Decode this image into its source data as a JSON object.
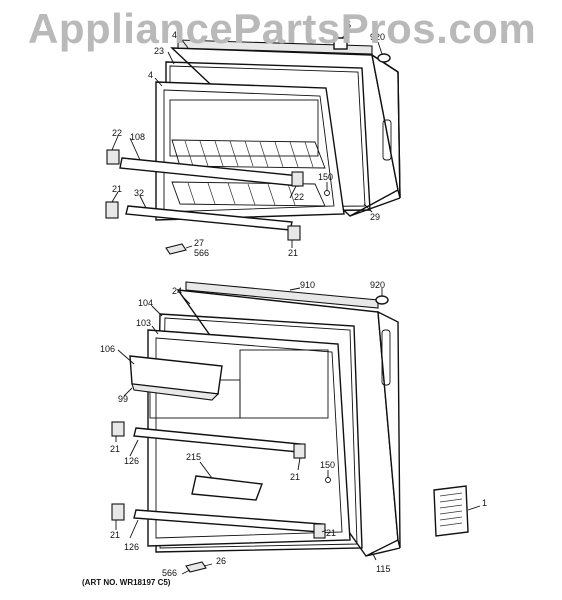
{
  "watermark": "AppliancePartsPros.com",
  "art_number": "(ART NO. WR18197 C5)",
  "callouts": {
    "c4a": "4",
    "c5": "5",
    "c920a": "920",
    "c23": "23",
    "c4b": "4",
    "c22a": "22",
    "c108": "108",
    "c150a": "150",
    "c22b": "22",
    "c29": "29",
    "c21a": "21",
    "c32": "32",
    "c27": "27",
    "c566a": "566",
    "c21b": "21",
    "c910": "910",
    "c920b": "920",
    "c24": "24",
    "c104": "104",
    "c103": "103",
    "c106": "106",
    "c99": "99",
    "c21c": "21",
    "c126a": "126",
    "c215": "215",
    "c21d": "21",
    "c150b": "150",
    "c1": "1",
    "c21e": "21",
    "c126b": "126",
    "c21f": "21",
    "c26": "26",
    "c566b": "566",
    "c115": "115"
  }
}
